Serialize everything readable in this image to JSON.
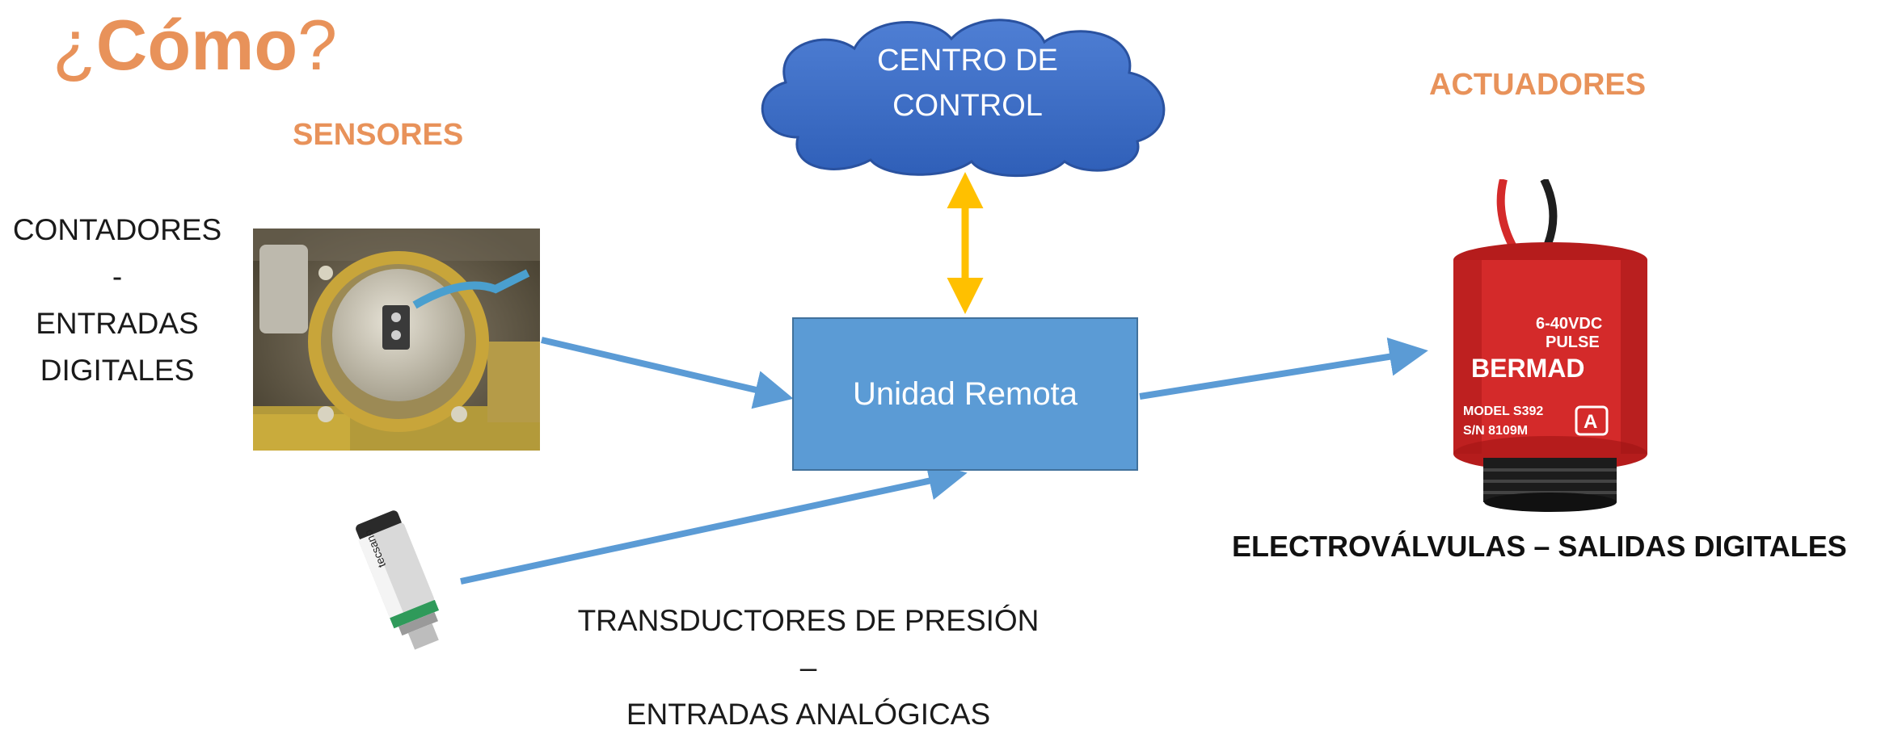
{
  "title": {
    "open": "¿",
    "word": "Cómo",
    "close": "?"
  },
  "labels": {
    "sensores": "SENSORES",
    "actuadores": "ACTUADORES",
    "contadores": [
      "CONTADORES",
      "-",
      "ENTRADAS",
      "DIGITALES"
    ],
    "transductores": [
      "TRANSDUCTORES DE PRESIÓN",
      "–",
      "ENTRADAS ANALÓGICAS"
    ],
    "electrovalvulas": "ELECTROVÁLVULAS – SALIDAS DIGITALES"
  },
  "nodes": {
    "remote_unit": "Unidad Remota",
    "control_center": [
      "CENTRO DE",
      "CONTROL"
    ]
  },
  "valve_print": {
    "voltage": "6-40VDC",
    "pulse": "PULSE",
    "brand": "BERMAD",
    "model": "MODEL S392",
    "serial": "S/N 8109M",
    "badge": "A"
  },
  "transducer_print": {
    "brand": "tecsano"
  },
  "colors": {
    "accent": "#E8925A",
    "box": "#5B9BD5",
    "arrow": "#5B9BD5",
    "bidirectional": "#FFC000",
    "cloud": "#4472C4"
  }
}
